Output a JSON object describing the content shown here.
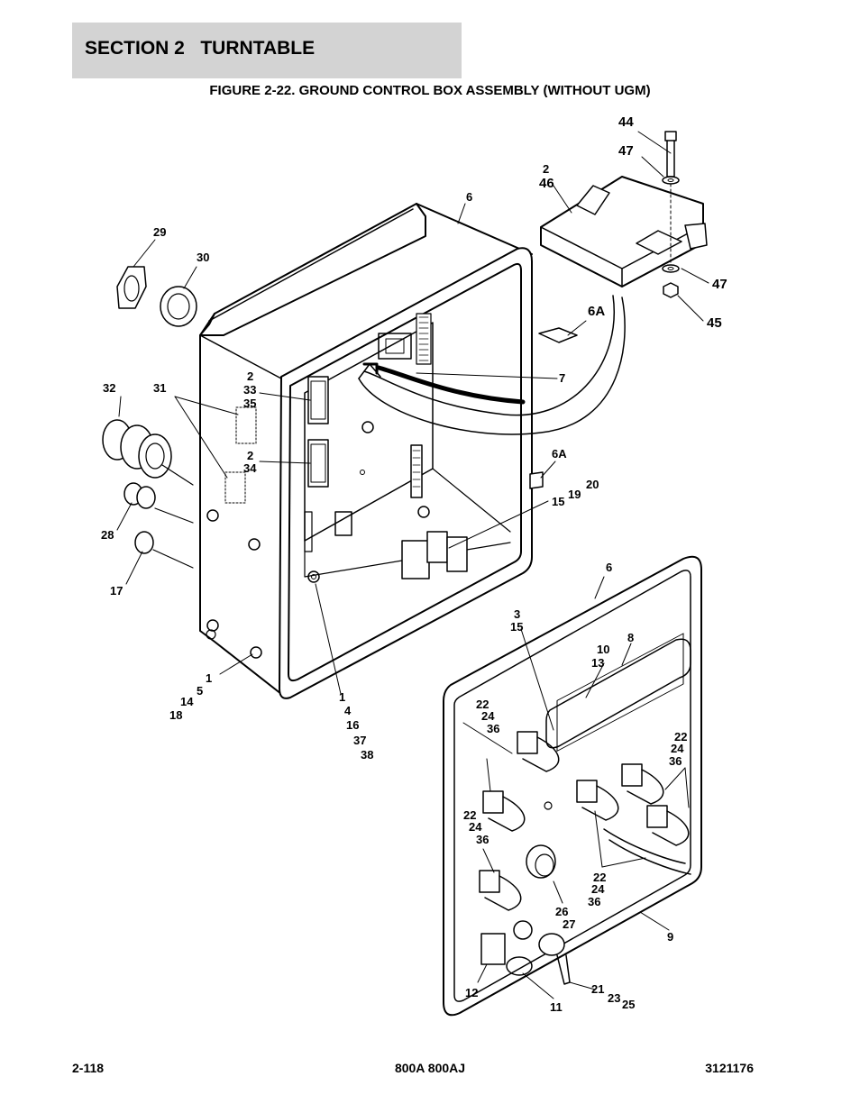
{
  "header": {
    "section": "SECTION 2   TURNTABLE"
  },
  "figure": {
    "title": "FIGURE 2-22. GROUND CONTROL BOX ASSEMBLY (WITHOUT UGM)"
  },
  "callouts": [
    {
      "id": "c44",
      "text": "44"
    },
    {
      "id": "c47a",
      "text": "47"
    },
    {
      "id": "c2a",
      "text": "2"
    },
    {
      "id": "c46",
      "text": "46"
    },
    {
      "id": "c6top",
      "text": "6"
    },
    {
      "id": "c47b",
      "text": "47"
    },
    {
      "id": "c45",
      "text": "45"
    },
    {
      "id": "c6a1",
      "text": "6A"
    },
    {
      "id": "c29",
      "text": "29"
    },
    {
      "id": "c30",
      "text": "30"
    },
    {
      "id": "c7",
      "text": "7"
    },
    {
      "id": "c2b",
      "text": "2"
    },
    {
      "id": "c33",
      "text": "33"
    },
    {
      "id": "c35",
      "text": "35"
    },
    {
      "id": "c32",
      "text": "32"
    },
    {
      "id": "c31",
      "text": "31"
    },
    {
      "id": "c2c",
      "text": "2"
    },
    {
      "id": "c34",
      "text": "34"
    },
    {
      "id": "c6a2",
      "text": "6A"
    },
    {
      "id": "c20",
      "text": "20"
    },
    {
      "id": "c19",
      "text": "19"
    },
    {
      "id": "c15a",
      "text": "15"
    },
    {
      "id": "c28",
      "text": "28"
    },
    {
      "id": "c17",
      "text": "17"
    },
    {
      "id": "c6b",
      "text": "6"
    },
    {
      "id": "c3",
      "text": "3"
    },
    {
      "id": "c15b",
      "text": "15"
    },
    {
      "id": "c8",
      "text": "8"
    },
    {
      "id": "c10",
      "text": "10"
    },
    {
      "id": "c13",
      "text": "13"
    },
    {
      "id": "c1a",
      "text": "1"
    },
    {
      "id": "c5",
      "text": "5"
    },
    {
      "id": "c14",
      "text": "14"
    },
    {
      "id": "c18",
      "text": "18"
    },
    {
      "id": "c1b",
      "text": "1"
    },
    {
      "id": "c4",
      "text": "4"
    },
    {
      "id": "c16",
      "text": "16"
    },
    {
      "id": "c37",
      "text": "37"
    },
    {
      "id": "c38",
      "text": "38"
    },
    {
      "id": "c22a",
      "text": "22"
    },
    {
      "id": "c24a",
      "text": "24"
    },
    {
      "id": "c36a",
      "text": "36"
    },
    {
      "id": "c22b",
      "text": "22"
    },
    {
      "id": "c24b",
      "text": "24"
    },
    {
      "id": "c36b",
      "text": "36"
    },
    {
      "id": "c22c",
      "text": "22"
    },
    {
      "id": "c24c",
      "text": "24"
    },
    {
      "id": "c36c",
      "text": "36"
    },
    {
      "id": "c22d",
      "text": "22"
    },
    {
      "id": "c24d",
      "text": "24"
    },
    {
      "id": "c36d",
      "text": "36"
    },
    {
      "id": "c26",
      "text": "26"
    },
    {
      "id": "c27",
      "text": "27"
    },
    {
      "id": "c9",
      "text": "9"
    },
    {
      "id": "c12",
      "text": "12"
    },
    {
      "id": "c11",
      "text": "11"
    },
    {
      "id": "c21",
      "text": "21"
    },
    {
      "id": "c23",
      "text": "23"
    },
    {
      "id": "c25",
      "text": "25"
    }
  ],
  "footer": {
    "page": "2-118",
    "model": "800A 800AJ",
    "part_number": "3121176"
  }
}
